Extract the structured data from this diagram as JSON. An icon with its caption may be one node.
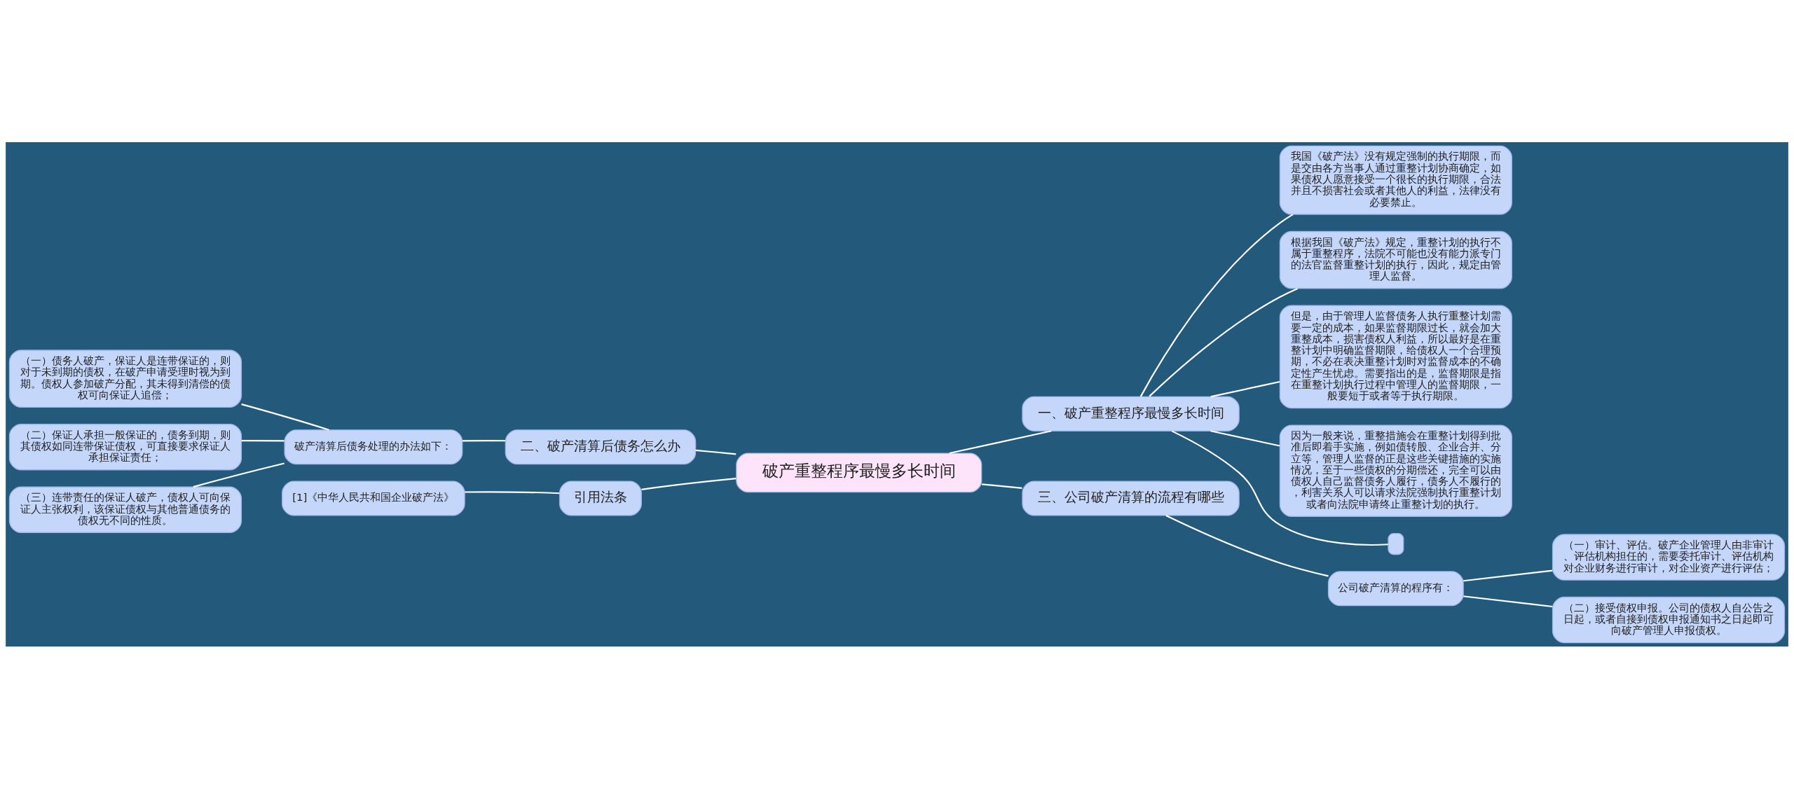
{
  "diagram": {
    "nodes": [
      {
        "text": [
          "破产重整程序最慢多长时间"
        ]
      },
      {
        "text": [
          "一、破产重整程序最慢多长时间"
        ]
      },
      {
        "text": [
          "我国《破产法》没有规定强制的执行期限，而是交由各方当事人通过重整计划协商确定，如果债权人愿意接受一个很长的执行期限，合法并且不损害社会或者其他人的利益，法律没有必要禁止。"
        ]
      },
      {
        "text": [
          "根据我国《破产法》规定，重整计划的执行不属于重整程序，法院不可能也没有能力派专门的法官监督重整计划的执行，因此，规定由管理人监督。"
        ]
      },
      {
        "text": [
          "但是，由于管理人监督债务人执行重整计划需要一定的成本，如果监督期限过长，就会加大重整成本，损害债权人利益，所以最好是在重整计划中明确监督期限，给债权人一个合理预期，不必在表决重整计划时对监督成本的不确定性产生忧虑。需要指出的是，监督期限是指在重整计划执行过程中管理人的监督期限，一般要短于或者等于执行期限。"
        ]
      },
      {
        "text": [
          "因为一般来说，重整措施会在重整计划得到批准后即着手实施，例如债转股、企业合并、分立等，管理人监督的正是这些关键措施的实施情况，至于一些债权的分期偿还，完全可以由债权人自己监督债务人履行，债务人不履行的，利害关系人可以请求法院强制执行重整计划或者向法院申请终止重整计划的执行。"
        ]
      },
      {
        "text": [],
        "shape": "box"
      },
      {
        "text": [
          "二、破产清算后债务怎么办"
        ]
      },
      {
        "text": [
          "破产清算后债务处理的办法如下："
        ]
      },
      {
        "text": [
          "（一）债务人破产，保证人是连带保证的，则对于未到期的债权，在破产申请受理时视为到期。债权人参加破产分配，其未得到清偿的债权可向保证人追偿；"
        ]
      },
      {
        "text": [
          "（二）保证人承担一般保证的，债务到期，则其债权如同连带保证债权，可直接要求保证人承担保证责任；"
        ]
      },
      {
        "text": [
          "（三）连带责任的保证人破产，债权人可向保证人主张权利，该保证债权与其他普通债务的债权无不同的性质。"
        ]
      },
      {
        "text": [
          "引用法条"
        ]
      },
      {
        "text": [
          "[1]《中华人民共和国企业破产法》"
        ]
      },
      {
        "text": [
          "三、公司破产清算的流程有哪些"
        ]
      },
      {
        "text": [
          "公司破产清算的程序有："
        ]
      },
      {
        "text": [
          "（一）审计、评估。破产企业管理人由非审计、评估机构担任的，需要委托审计、评估机构对企业财务进行审计，对企业资产进行评估；"
        ]
      },
      {
        "text": [
          "（二）接受债权申报。公司的债权人自公告之日起，或者自接到债权申报通知书之日起即可向破产管理人申报债权。"
        ]
      }
    ],
    "edges": [
      {
        "from": 0,
        "to": 1,
        "arrow": "none"
      },
      {
        "from": 1,
        "to": 2,
        "arrow": "none"
      },
      {
        "from": 1,
        "to": 3,
        "arrow": "none"
      },
      {
        "from": 1,
        "to": 4,
        "arrow": "none"
      },
      {
        "from": 1,
        "to": 5,
        "arrow": "none"
      },
      {
        "from": 1,
        "to": 6,
        "arrow": "none"
      },
      {
        "from": 0,
        "to": 7,
        "arrow": "none"
      },
      {
        "from": 7,
        "to": 8,
        "arrow": "none"
      },
      {
        "from": 8,
        "to": 9,
        "arrow": "none"
      },
      {
        "from": 8,
        "to": 10,
        "arrow": "none"
      },
      {
        "from": 8,
        "to": 11,
        "arrow": "none"
      },
      {
        "from": 0,
        "to": 12,
        "arrow": "none"
      },
      {
        "from": 12,
        "to": 13,
        "arrow": "none"
      },
      {
        "from": 0,
        "to": 14,
        "arrow": "none"
      },
      {
        "from": 14,
        "to": 15,
        "arrow": "none"
      },
      {
        "from": 15,
        "to": 16,
        "arrow": "none"
      },
      {
        "from": 15,
        "to": 17,
        "arrow": "none"
      }
    ]
  }
}
